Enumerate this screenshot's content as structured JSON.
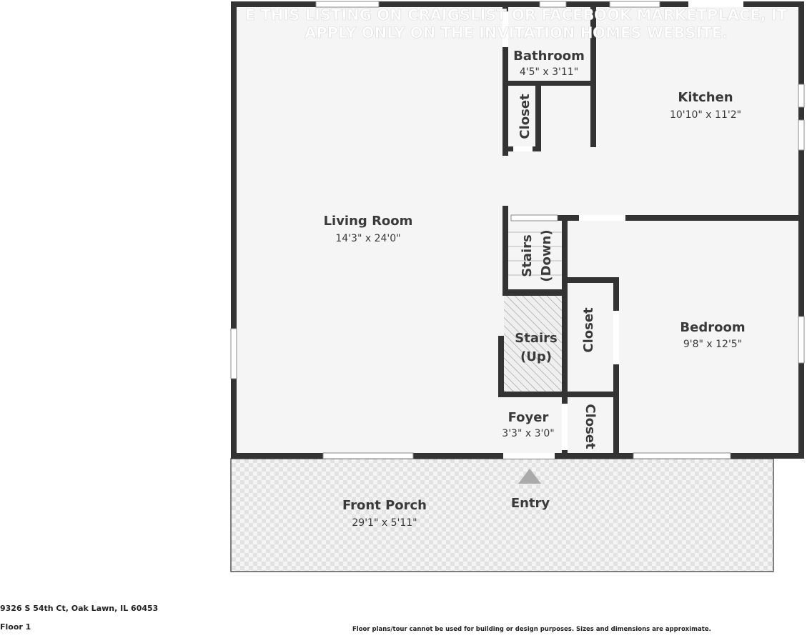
{
  "watermark": {
    "line1": "E THIS LISTING ON CRAIGSLIST OR FACEBOOK MARKETPLACE, IT",
    "line2": "APPLY ONLY ON THE INVITATION HOMES WEBSITE."
  },
  "rooms": {
    "bathroom": {
      "name": "Bathroom",
      "size": "4'5\" x 3'11\""
    },
    "kitchen": {
      "name": "Kitchen",
      "size": "10'10\" x 11'2\""
    },
    "closet_top": {
      "name": "Closet"
    },
    "living_room": {
      "name": "Living Room",
      "size": "14'3\" x 24'0\""
    },
    "stairs_down": {
      "name1": "Stairs",
      "name2": "(Down)"
    },
    "stairs_up": {
      "name1": "Stairs",
      "name2": "(Up)"
    },
    "closet_bedroom": {
      "name": "Closet"
    },
    "bedroom": {
      "name": "Bedroom",
      "size": "9'8\" x 12'5\""
    },
    "foyer": {
      "name": "Foyer",
      "size": "3'3\" x 3'0\""
    },
    "closet_foyer": {
      "name": "Closet"
    },
    "front_porch": {
      "name": "Front Porch",
      "size": "29'1\" x 5'11\""
    },
    "entry": {
      "name": "Entry"
    }
  },
  "footer": {
    "address": "9326 S 54th Ct, Oak Lawn, IL 60453",
    "floor": "Floor 1",
    "disclaimer": "Floor plans/tour cannot be used for building or design purposes. Sizes and dimensions are approximate."
  },
  "colors": {
    "wall": "#333333",
    "floor": "#f5f5f5",
    "porch": "#eeeeee"
  }
}
